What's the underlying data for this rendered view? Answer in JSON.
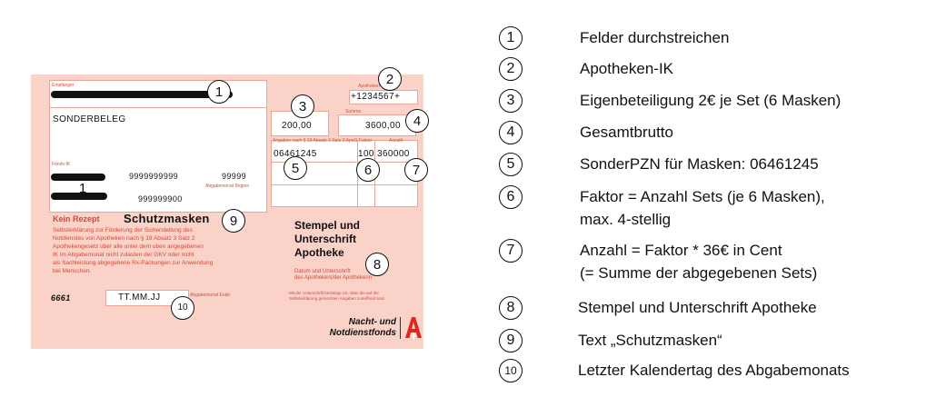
{
  "form": {
    "empfaenger_label": "Empfänger",
    "apotheken_ik_label": "Apotheken-IK",
    "apotheken_ik_value": "+1234567+",
    "sonderbeleg": "SONDERBELEG",
    "fonds_ik_label": "Fonds-IK",
    "field_9999999999": "9999999999",
    "field_99999": "99999",
    "abgabemonat_label": "Abgabemonat Beginn",
    "field_999999900": "999999900",
    "eigenbeteiligung_value": "200,00",
    "summe_label": "Summe",
    "gesamtbrutto_value": "3600,00",
    "col_headers": [
      "Angaben nach § 19 Absatz 3 Satz 2 ApoG",
      "Faktor",
      "Anzahl"
    ],
    "pzn_value": "06461245",
    "faktor_value": "100",
    "anzahl_value": "360000",
    "kein_rezept": "Kein Rezept",
    "schutzmasken": "Schutzmasken",
    "selbsterklaerung": [
      "Selbsterklärung zur Förderung der Sicherstellung des",
      "Notdienstes von Apotheken nach § 19 Absatz 3 Satz 2",
      "Apothekengesetz über alle unter dem oben angegebenen",
      "IK im Abgabemonat nicht zulasten der GKV oder nicht",
      "als Sachleistung abgegebene Rx-Packungen zur Anwendung",
      "bei Menschen."
    ],
    "stempel_lines": [
      "Stempel und",
      "Unterschrift",
      "Apotheke"
    ],
    "datum_lines": [
      "Datum und Unterschrift",
      "des Apothekers/der Apothekerin"
    ],
    "bestaetigung_lines": [
      "Mit der Unterschrift bestätige ich, dass die auf der",
      "Selbsterklärung gemachten Angaben zutreffend sind."
    ],
    "ttmmjj": "TT.MM.JJ",
    "abgabemonat_ende_label": "Abgabemonat Ende",
    "bottom_code": "6661",
    "nnf_line1": "Nacht- und",
    "nnf_line2": "Notdienstfonds"
  },
  "markers": [
    "1",
    "2",
    "3",
    "4",
    "5",
    "6",
    "7",
    "8",
    "9",
    "10"
  ],
  "legend": [
    {
      "num": "1",
      "lines": [
        "Felder durchstreichen"
      ]
    },
    {
      "num": "2",
      "lines": [
        "Apotheken-IK"
      ]
    },
    {
      "num": "3",
      "lines": [
        "Eigenbeteiligung 2€ je Set (6 Masken)"
      ]
    },
    {
      "num": "4",
      "lines": [
        "Gesamtbrutto"
      ]
    },
    {
      "num": "5",
      "lines": [
        "SonderPZN für Masken: 06461245"
      ]
    },
    {
      "num": "6",
      "lines": [
        "Faktor = Anzahl Sets (je 6 Masken),",
        "max. 4-stellig"
      ]
    },
    {
      "num": "7",
      "lines": [
        "Anzahl = Faktor * 36€ in Cent",
        "(= Summe der abgegebenen Sets)"
      ]
    },
    {
      "num": "8",
      "lines": [
        "Stempel und Unterschrift Apotheke"
      ]
    },
    {
      "num": "9",
      "lines": [
        "Text „Schutzmasken“"
      ]
    },
    {
      "num": "10",
      "lines": [
        "Letzter Kalendertag des Abgabemonats"
      ]
    }
  ],
  "colors": {
    "form_bg": "#fbd2c7",
    "form_red": "#d24a38",
    "pharmacy_a": "#e1261c"
  }
}
